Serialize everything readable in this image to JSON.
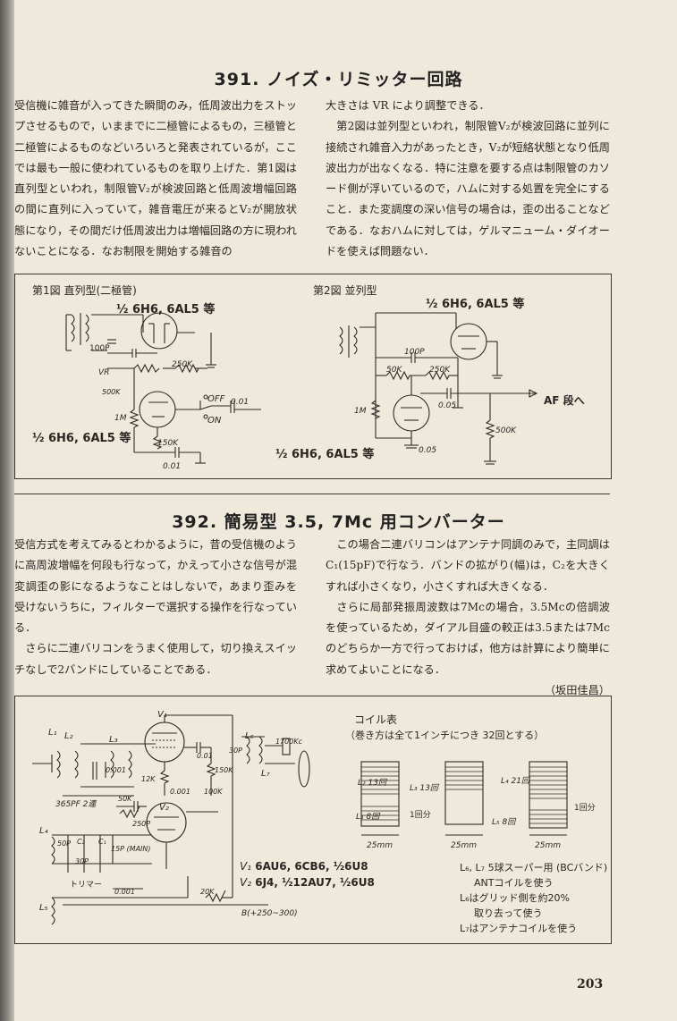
{
  "page_number": "203",
  "article1": {
    "title": "391. ノイズ・リミッター回路",
    "left_text": "受信機に雑音が入ってきた瞬間のみ，低周波出力をストップさせるもので，いままでに二極管によるもの，三極管と二極管によるものなどいろいろと発表されているが，ここでは最も一般に使われているものを取り上げた．第1図は直列型といわれ，制限管V₂が検波回路と低周波増幅回路の間に直列に入っていて，雑音電圧が来るとV₂が開放状態になり，その間だけ低周波出力は増幅回路の方に現われないことになる．なお制限を開始する雑音の",
    "right_p1": "大きさは VR により調整できる．",
    "right_p2": "第2図は並列型といわれ，制限管V₂が検波回路に並列に接続され雑音入力があったとき，V₂が短絡状態となり低周波出力が出なくなる．特に注意を要する点は制限管のカソード側が浮いているので，ハムに対する処置を完全にすること．また変調度の深い信号の場合は，歪の出ることなどである．なおハムに対しては，ゲルマニューム・ダイオードを使えば問題ない．",
    "fig1": {
      "caption": "第1図 直列型(二極管)",
      "tube_top": "½ 6H6, 6AL5 等",
      "tube_bottom": "½ 6H6, 6AL5 等",
      "vr": "VR",
      "vr_val": "500K",
      "r1": "1M",
      "r2": "250K",
      "r3": "150K",
      "c1": "100P",
      "c2": "0.01",
      "c3": "0.01",
      "sw_off": "OFF",
      "sw_on": "ON"
    },
    "fig2": {
      "caption": "第2図 並列型",
      "tube_top": "½ 6H6, 6AL5 等",
      "tube_bottom": "½ 6H6, 6AL5 等",
      "c1": "100P",
      "c2": "0.05",
      "c3": "0.05",
      "r1": "50K",
      "r2": "250K",
      "r3": "1M",
      "r4": "500K",
      "out": "AF 段へ"
    }
  },
  "article2": {
    "title": "392. 簡易型 3.5, 7Mc 用コンバーター",
    "left_p1": "受信方式を考えてみるとわかるように，昔の受信機のように高周波増幅を何段も行なって，かえって小さな信号が混変調歪の影になるようなことはしないで，あまり歪みを受けないうちに，フィルターで選択する操作を行なっている．",
    "left_p2": "さらに二連バリコンをうまく使用して，切り換えスイッチなしで2バンドにしていることである．",
    "right_p1": "この場合二連バリコンはアンテナ同調のみで，主同調は C₁(15pF)で行なう．バンドの拡がり(幅)は，C₂を大きくすれば小さくなり，小さくすれば大きくなる．",
    "right_p2": "さらに局部発振周波数は7Mcの場合，3.5Mcの倍調波を使っているため，ダイアル目盛の較正は3.5または7Mcのどちらか一方で行っておけば，他方は計算により簡単に求めてよいことになる．",
    "author": "（坂田佳昌）",
    "fig": {
      "v1": "V₁",
      "v2": "V₂",
      "l1": "L₁",
      "l2": "L₂",
      "l3": "L₃",
      "l4": "L₄",
      "l5": "L₅",
      "l6": "L₆",
      "l7": "L₇",
      "vc": "365PF 2連",
      "c001a": "0.001",
      "c001b": "0.001",
      "c001c": "0.001",
      "c001d": "0.01",
      "r50k": "50K",
      "c250p": "250P",
      "r12k": "12K",
      "r150k": "150K",
      "r100k": "100K",
      "c30p": "30P",
      "xtal": "1700Kc",
      "c50p": "50P",
      "c_c2": "C₂",
      "c_c1": "C₁",
      "c15p": "15P\n(MAIN)",
      "c30p2": "30P",
      "trimmer": "トリマー",
      "r20k": "20K",
      "bplus": "B(+250~300)",
      "tube_v1": "6AU6, 6CB6, ½6U8",
      "tube_v2": "6J4, ½12AU7, ½6U8",
      "coil_title": "コイル表",
      "coil_sub": "（巻き方は全て1インチにつき 32回とする）",
      "coil1_top": "L₂ 13回",
      "coil1_bot": "L₁ 8回",
      "coil2_top": "L₃ 13回",
      "coil2_gap": "1回分",
      "coil3_top": "L₄ 21回",
      "coil3_bot": "L₅ 8回",
      "coil3_gap": "1回分",
      "width": "25mm",
      "note1": "L₆, L₇ 5球スーパー用 (BCバンド)",
      "note2": "ANTコイルを使う",
      "note3": "L₆はグリッド側を約20%",
      "note4": "取り去って使う",
      "note5": "L₇はアンテナコイルを使う"
    }
  }
}
